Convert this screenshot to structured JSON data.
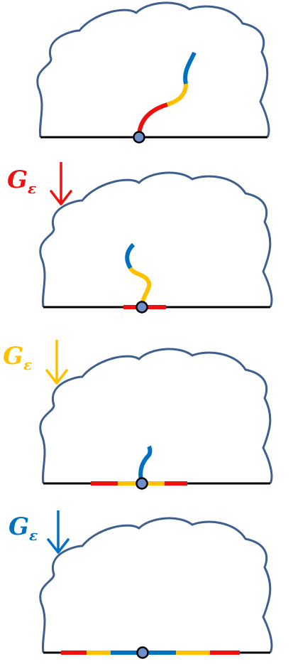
{
  "colors": {
    "outline": "#3F5F8F",
    "baseline": "#000000",
    "red": "#EE1111",
    "yellow": "#FFC000",
    "blue": "#0070C0",
    "dot": "#6F8FC8"
  },
  "steps": [
    {
      "symbol": "G",
      "subscript": "ε",
      "color": "#EE1111",
      "arrow_icon": "down-arrow-icon"
    },
    {
      "symbol": "G",
      "subscript": "ε",
      "color": "#FFC000",
      "arrow_icon": "down-arrow-icon"
    },
    {
      "symbol": "G",
      "subscript": "ε",
      "color": "#0070C0",
      "arrow_icon": "down-arrow-icon"
    }
  ]
}
